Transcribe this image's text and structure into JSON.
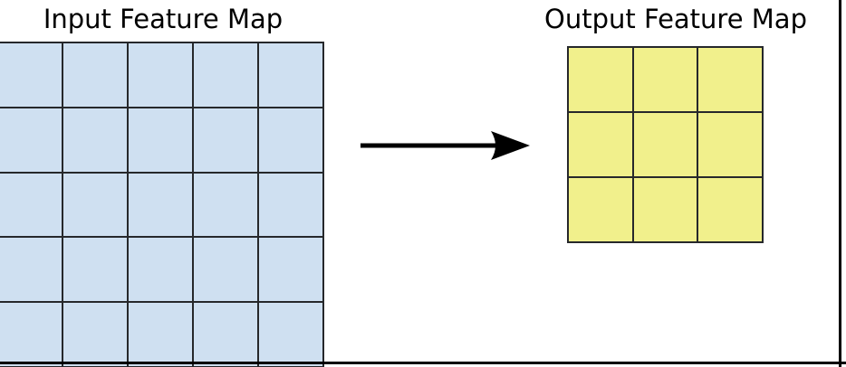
{
  "figure": {
    "background": "#ffffff",
    "frame_border_color": "#000000",
    "grid_line_color": "#26282b"
  },
  "input_map": {
    "title": "Input Feature Map",
    "rows": 5,
    "cols": 5,
    "cell_color": "#cfe0f1"
  },
  "output_map": {
    "title": "Output Feature Map",
    "rows": 3,
    "cols": 3,
    "cell_color": "#f1f08c"
  },
  "arrow": {
    "direction": "right",
    "color": "#000000"
  }
}
